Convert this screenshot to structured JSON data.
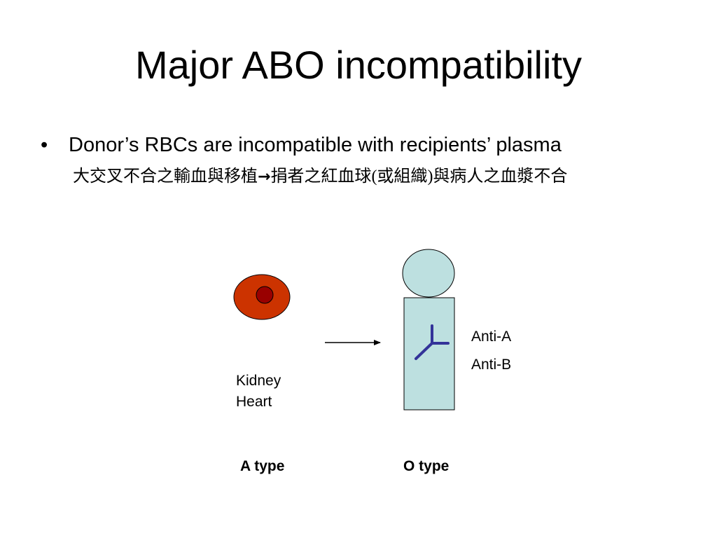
{
  "slide": {
    "title": "Major ABO incompatibility",
    "bullet_symbol": "•",
    "bullet_text": "Donor’s RBCs are incompatible with recipients’ plasma",
    "chinese_part1": "大交叉不合之輸血與移植",
    "chinese_arrow": "→",
    "chinese_part2": "捐者之紅血球",
    "chinese_paren_open": "(",
    "chinese_part3": "或組織",
    "chinese_paren_close": ")",
    "chinese_part4": "與病人之血漿不合"
  },
  "diagram": {
    "organ_label_1": "Kidney",
    "organ_label_2": "Heart",
    "antibody_label_1": "Anti-A",
    "antibody_label_2": "Anti-B",
    "donor_type": "A type",
    "recipient_type": "O type",
    "colors": {
      "donor_cell_fill": "#cc3300",
      "donor_nucleus_fill": "#990000",
      "recipient_fill": "#bde0e0",
      "antibody_stroke": "#333399",
      "outline": "#000000"
    }
  }
}
